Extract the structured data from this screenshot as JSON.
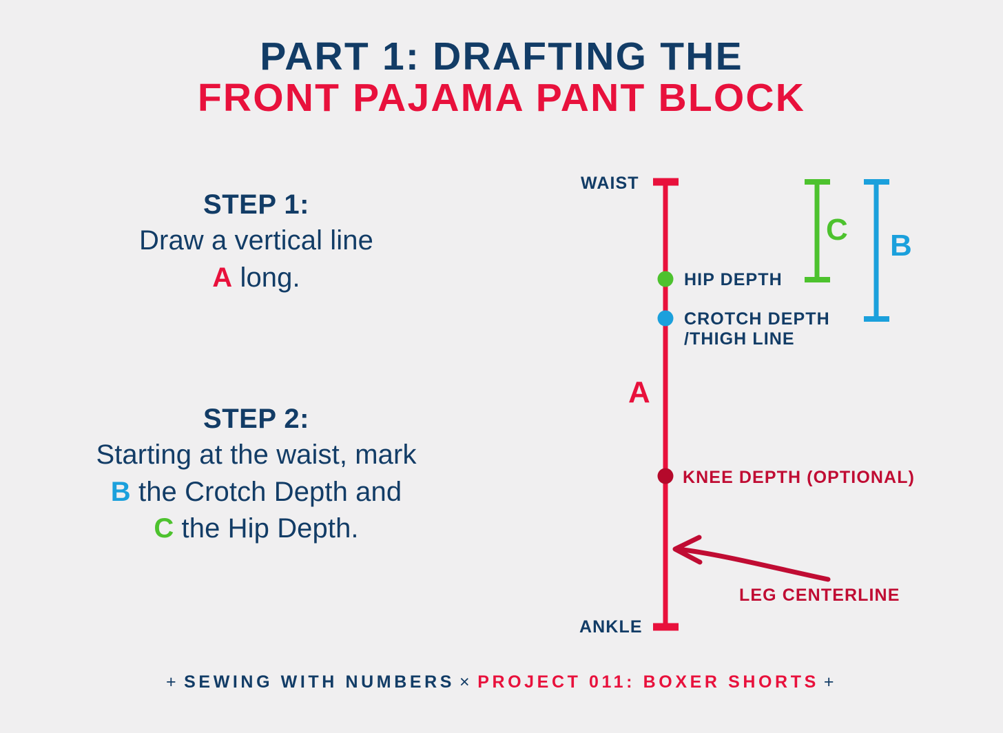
{
  "colors": {
    "background": "#f0eff0",
    "navy": "#123c66",
    "red": "#e8113c",
    "dark_red": "#b5092b",
    "label_red": "#c00c33",
    "green": "#4dc22e",
    "blue": "#1ba0dc"
  },
  "title": {
    "line1": "PART 1: DRAFTING THE",
    "line2": "FRONT PAJAMA PANT BLOCK"
  },
  "steps": [
    {
      "heading": "STEP 1:",
      "body_parts": [
        {
          "text": "Draw a vertical line",
          "style": "normal"
        },
        {
          "text": "A",
          "style": "highlight-a"
        },
        {
          "text": " long.",
          "style": "normal"
        }
      ],
      "line1": "Draw a vertical line",
      "highlight": "A",
      "line2_tail": " long."
    },
    {
      "heading": "STEP 2:",
      "line1": "Starting at the waist, mark",
      "highlight_b": "B",
      "line2_tail": " the Crotch Depth and",
      "highlight_c": "C",
      "line3_tail": " the Hip Depth."
    }
  ],
  "diagram": {
    "waist_label": "WAIST",
    "ankle_label": "ANKLE",
    "hip_depth_label": "HIP DEPTH",
    "crotch_depth_label_line1": "CROTCH DEPTH",
    "crotch_depth_label_line2": "/THIGH LINE",
    "knee_depth_label": "KNEE DEPTH (OPTIONAL)",
    "leg_centerline_label": "LEG CENTERLINE",
    "measure_a": "A",
    "measure_b": "B",
    "measure_c": "C"
  },
  "footer": {
    "plus_left": "+",
    "brand": "SEWING WITH NUMBERS",
    "separator": "×",
    "project": "PROJECT 011: BOXER SHORTS",
    "plus_right": "+"
  }
}
